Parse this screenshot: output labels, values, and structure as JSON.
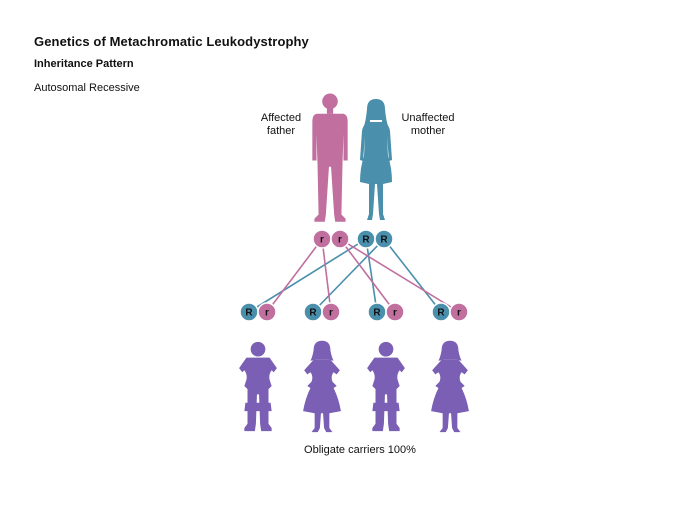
{
  "header": {
    "title": "Genetics of Metachromatic Leukodystrophy",
    "subtitle": "Inheritance Pattern",
    "pattern": "Autosomal Recessive"
  },
  "parents": {
    "father": {
      "label_line1": "Affected",
      "label_line2": "father",
      "alleles": [
        "r",
        "r"
      ]
    },
    "mother": {
      "label_line1": "Unaffected",
      "label_line2": "mother",
      "alleles": [
        "R",
        "R"
      ]
    }
  },
  "children": [
    {
      "figure": "boy",
      "alleles": [
        "R",
        "r"
      ]
    },
    {
      "figure": "girl",
      "alleles": [
        "R",
        "r"
      ]
    },
    {
      "figure": "boy",
      "alleles": [
        "R",
        "r"
      ]
    },
    {
      "figure": "girl",
      "alleles": [
        "R",
        "r"
      ]
    }
  ],
  "caption": "Obligate carriers 100%",
  "colors": {
    "affected": "#c06f9f",
    "unaffected": "#4a8fab",
    "child": "#7a5fb4"
  }
}
